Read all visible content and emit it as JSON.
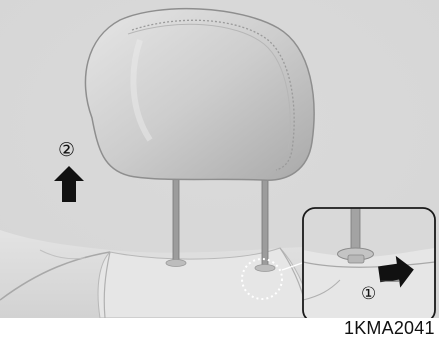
{
  "labels": {
    "step_2": "②",
    "step_1": "①",
    "figure_code": "1KMA2041"
  },
  "icons": {
    "up_arrow": "arrow-up-icon",
    "push_arrow": "arrow-right-icon"
  },
  "colors": {
    "background": "#ffffff",
    "seat": "#dcdcdc",
    "headrest": "#cfcfcf",
    "arrow": "#111111"
  }
}
